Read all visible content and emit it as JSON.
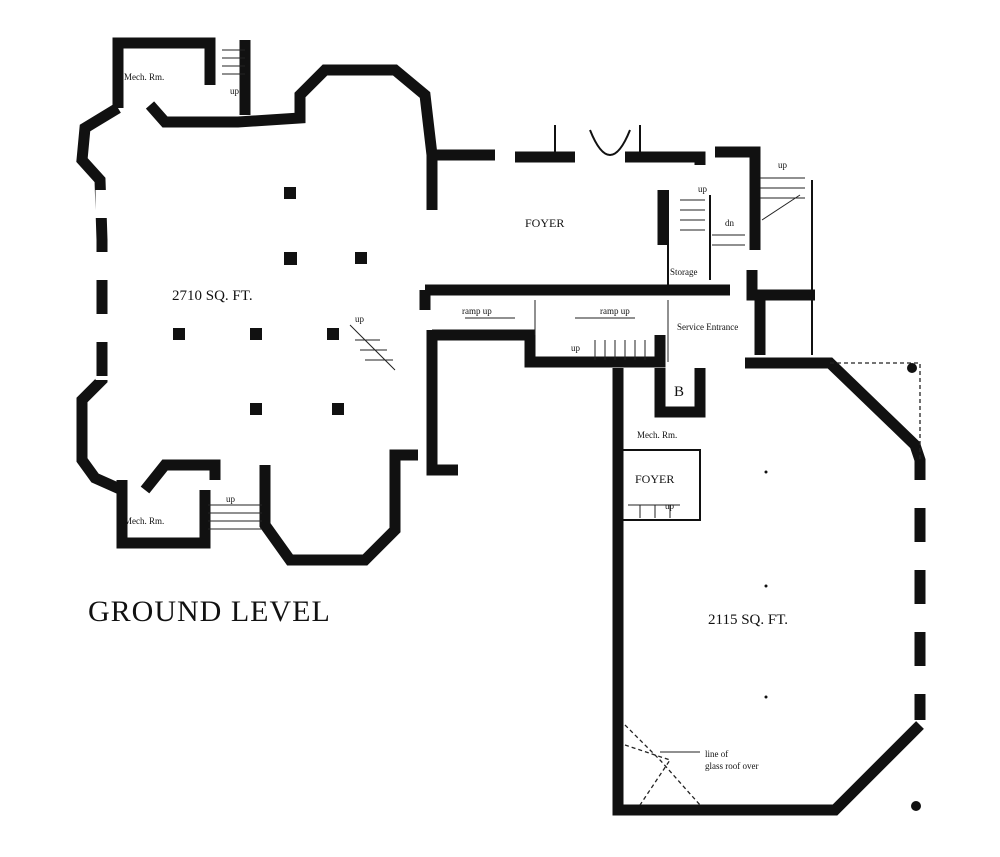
{
  "title": "GROUND LEVEL",
  "rooms": {
    "main_hall_area": "2710 SQ. FT.",
    "annex_area": "2115 SQ. FT.",
    "foyer_main": "FOYER",
    "foyer_annex": "FOYER",
    "mech_rm_top_left": "Mech. Rm.",
    "mech_rm_bottom_left": "Mech. Rm.",
    "mech_rm_center": "Mech. Rm.",
    "storage": "Storage",
    "service_entrance": "Service Entrance",
    "b_room": "B"
  },
  "ramps": [
    "ramp up",
    "ramp up"
  ],
  "stairs": {
    "up_top_left": "up",
    "up_bottom_left": "up",
    "up_hall": "up",
    "up_foyer": "up",
    "dn_foyer": "dn",
    "up_right": "up",
    "up_corridor": "up",
    "up_annex": "up"
  },
  "annotation": {
    "line1": "line of",
    "line2": "glass roof over"
  }
}
